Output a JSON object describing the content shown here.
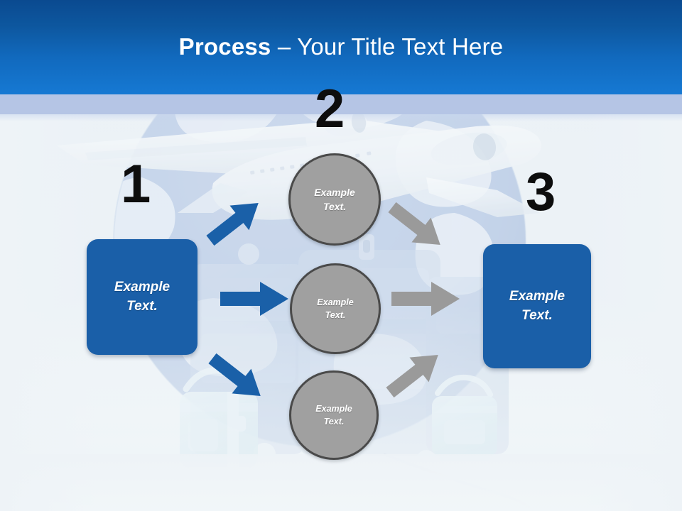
{
  "slide": {
    "title_strong": "Process",
    "title_rest": " – Your Title Text Here",
    "background_description": "faded travel photo: blue globe, white airliner, light-blue luggage"
  },
  "colors": {
    "header_top": "#0a4a90",
    "header_bottom": "#1679d3",
    "header_band": "#b5c5e5",
    "box_blue": "#1a5fa8",
    "circle_gray": "#a0a0a0",
    "circle_border": "#4a4a4a",
    "arrow_blue": "#1a60a8",
    "arrow_gray": "#9a9a9a",
    "number_black": "#0d0d0d",
    "canvas": "#eef3f7"
  },
  "steps": [
    {
      "number": "1",
      "label": "Example\nText."
    },
    {
      "number": "2",
      "label": "Example\nText."
    },
    {
      "number": "3",
      "label": "Example\nText."
    }
  ],
  "stages": {
    "left_box": {
      "text": "Example\nText."
    },
    "right_box": {
      "text": "Example\nText."
    },
    "circles": [
      {
        "text": "Example\nText."
      },
      {
        "text": "Example\nText."
      },
      {
        "text": "Example\nText."
      }
    ]
  },
  "connectors": [
    {
      "name": "left-to-top",
      "color": "#1a60a8",
      "direction": "up-right"
    },
    {
      "name": "left-to-middle",
      "color": "#1a60a8",
      "direction": "right"
    },
    {
      "name": "left-to-bottom",
      "color": "#1a60a8",
      "direction": "down-right"
    },
    {
      "name": "top-to-right",
      "color": "#9a9a9a",
      "direction": "down-right"
    },
    {
      "name": "middle-to-right",
      "color": "#9a9a9a",
      "direction": "right"
    },
    {
      "name": "bottom-to-right",
      "color": "#9a9a9a",
      "direction": "up-right"
    }
  ]
}
